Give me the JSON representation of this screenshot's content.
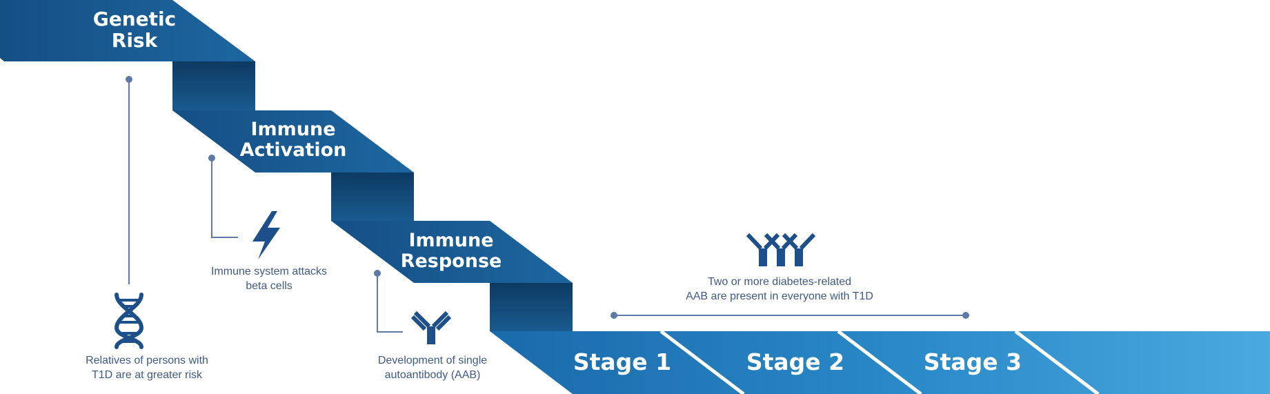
{
  "steps": [
    {
      "title_line1": "Genetic",
      "title_line2": "Risk"
    },
    {
      "title_line1": "Immune",
      "title_line2": "Activation"
    },
    {
      "title_line1": "Immune",
      "title_line2": "Response"
    }
  ],
  "stages": [
    {
      "label": "Stage 1"
    },
    {
      "label": "Stage 2"
    },
    {
      "label": "Stage 3"
    }
  ],
  "annotations": {
    "genetic": {
      "icon": "dna-icon",
      "line1": "Relatives of persons with",
      "line2": "T1D are at greater risk"
    },
    "activation": {
      "icon": "lightning-bolt-icon",
      "line1": "Immune system attacks",
      "line2": "beta cells"
    },
    "response": {
      "icon": "antibody-icon",
      "line1": "Development of single",
      "line2": "autoantibody (AAB)"
    },
    "stages": {
      "icon": "multiple-antibodies-icon",
      "line1": "Two or more diabetes-related",
      "line2": "AAB are present in everyone with T1D"
    }
  },
  "colors": {
    "step_blue": "#17578f",
    "riser_blue": "#0e3f68",
    "stage_light": "#3b9ad3",
    "stage_dark": "#1b70ae",
    "icon_blue": "#1d4f8a",
    "caption_text": "#3f5a86",
    "connector": "#5d79a6"
  }
}
